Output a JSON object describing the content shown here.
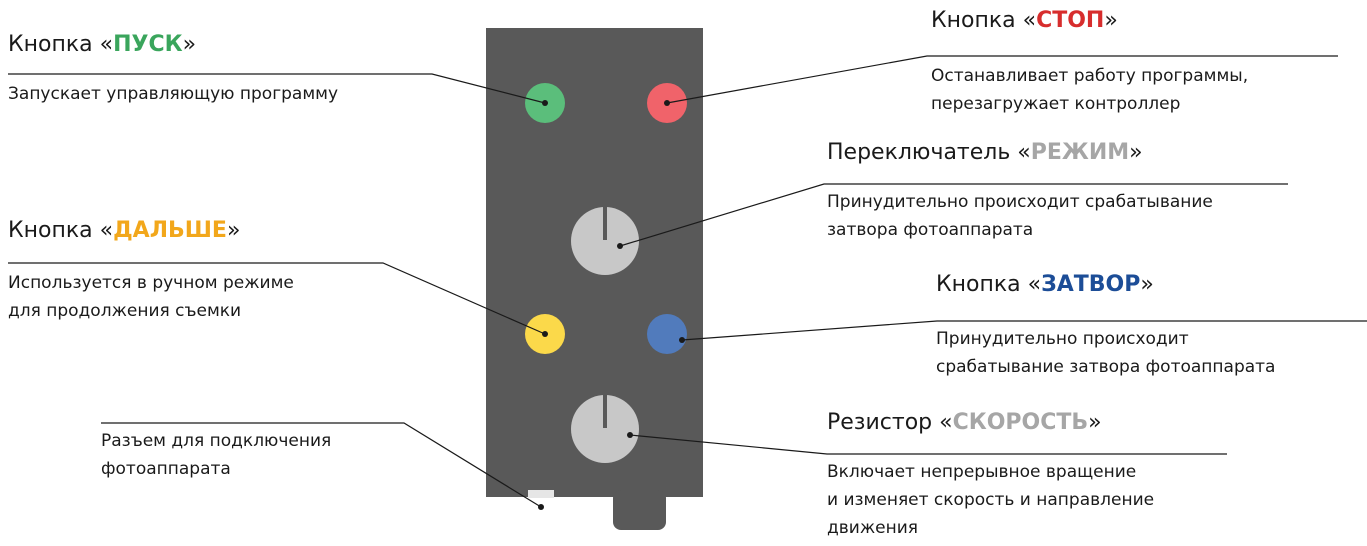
{
  "colors": {
    "panel": "#595959",
    "green_button": "#5bbe7b",
    "red_button": "#f0636a",
    "yellow_button": "#fbd94a",
    "blue_button": "#517bbc",
    "knob": "#c8c8c8"
  },
  "labels": {
    "start": {
      "prefix": "Кнопка «",
      "highlight": "ПУСК",
      "suffix": "»",
      "desc": [
        "Запускает управляющую программу"
      ]
    },
    "stop": {
      "prefix": "Кнопка «",
      "highlight": "СТОП",
      "suffix": "»",
      "desc": [
        "Останавливает работу программы,",
        "перезагружает контроллер"
      ]
    },
    "mode": {
      "prefix": "Переключатель «",
      "highlight": "РЕЖИМ",
      "suffix": "»",
      "desc": [
        "Принудительно происходит срабатывание",
        "затвора фотоаппарата"
      ]
    },
    "next": {
      "prefix": "Кнопка «",
      "highlight": "ДАЛЬШЕ",
      "suffix": "»",
      "desc": [
        "Используется в ручном режиме",
        "для продолжения съемки"
      ]
    },
    "shutter": {
      "prefix": "Кнопка «",
      "highlight": "ЗАТВОР",
      "suffix": "»",
      "desc": [
        "Принудительно происходит",
        "срабатывание затвора фотоаппарата"
      ]
    },
    "connector": {
      "desc": [
        "Разъем для подключения",
        "фотоаппарата"
      ]
    },
    "speed": {
      "prefix": "Резистор «",
      "highlight": "СКОРОСТЬ",
      "suffix": "»",
      "desc": [
        "Включает непрерывное вращение",
        "и изменяет скорость и направление",
        "движения"
      ]
    }
  }
}
